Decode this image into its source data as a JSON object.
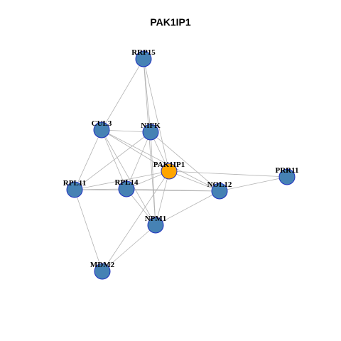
{
  "title": "PAK1IP1",
  "colors": {
    "default_node": "#4682b4",
    "focus_node": "#ffa500",
    "edge": "#b3b3b3"
  },
  "nodes": [
    {
      "id": "RRP15",
      "label": "RRP15",
      "focus": false
    },
    {
      "id": "CUL3",
      "label": "CUL3",
      "focus": false
    },
    {
      "id": "NIFK",
      "label": "NIFK",
      "focus": false
    },
    {
      "id": "PAK1IP1",
      "label": "PAK1IP1",
      "focus": true
    },
    {
      "id": "PRR11",
      "label": "PRR11",
      "focus": false
    },
    {
      "id": "RPL11",
      "label": "RPL11",
      "focus": false
    },
    {
      "id": "RPL14",
      "label": "RPL14",
      "focus": false
    },
    {
      "id": "NOL12",
      "label": "NOL12",
      "focus": false
    },
    {
      "id": "NPM1",
      "label": "NPM1",
      "focus": false
    },
    {
      "id": "MDM2",
      "label": "MDM2",
      "focus": false
    }
  ],
  "edges": [
    [
      "RRP15",
      "CUL3"
    ],
    [
      "RRP15",
      "NIFK"
    ],
    [
      "RRP15",
      "PAK1IP1"
    ],
    [
      "RRP15",
      "NPM1"
    ],
    [
      "CUL3",
      "NIFK"
    ],
    [
      "CUL3",
      "PAK1IP1"
    ],
    [
      "CUL3",
      "RPL11"
    ],
    [
      "CUL3",
      "RPL14"
    ],
    [
      "CUL3",
      "NPM1"
    ],
    [
      "CUL3",
      "NOL12"
    ],
    [
      "NIFK",
      "PAK1IP1"
    ],
    [
      "NIFK",
      "RPL11"
    ],
    [
      "NIFK",
      "RPL14"
    ],
    [
      "NIFK",
      "NPM1"
    ],
    [
      "NIFK",
      "NOL12"
    ],
    [
      "PAK1IP1",
      "PRR11"
    ],
    [
      "PAK1IP1",
      "RPL11"
    ],
    [
      "PAK1IP1",
      "RPL14"
    ],
    [
      "PAK1IP1",
      "NPM1"
    ],
    [
      "PAK1IP1",
      "NOL12"
    ],
    [
      "PAK1IP1",
      "MDM2"
    ],
    [
      "PRR11",
      "NOL12"
    ],
    [
      "RPL11",
      "RPL14"
    ],
    [
      "RPL11",
      "NOL12"
    ],
    [
      "RPL11",
      "MDM2"
    ],
    [
      "RPL14",
      "NPM1"
    ],
    [
      "RPL14",
      "NOL12"
    ],
    [
      "NOL12",
      "NPM1"
    ],
    [
      "NPM1",
      "MDM2"
    ]
  ]
}
